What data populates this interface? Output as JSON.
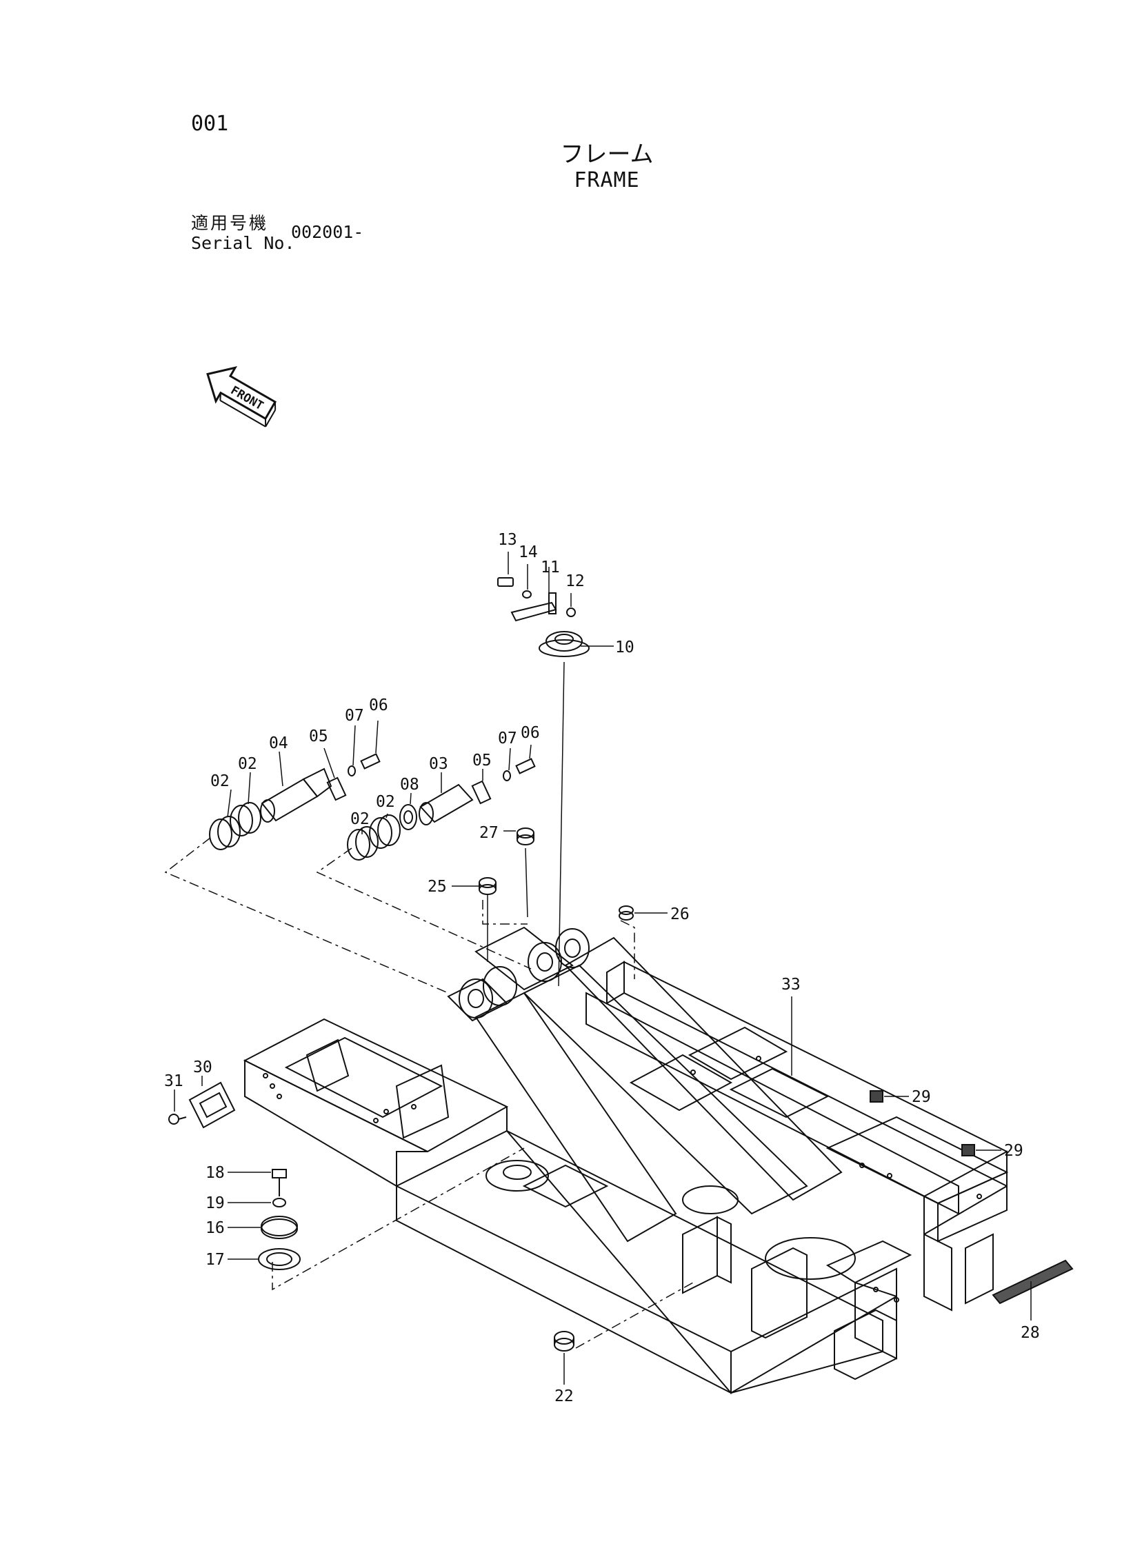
{
  "header": {
    "page_number": "001",
    "title_jp": "フレーム",
    "title_en": "FRAME",
    "serial_label_jp": "適用号機",
    "serial_label_en": "Serial No.",
    "serial_value": "002001-"
  },
  "front_arrow": {
    "label": "FRONT",
    "icon": "front-direction-arrow-icon"
  },
  "callouts": {
    "c13": "13",
    "c14": "14",
    "c11": "11",
    "c12": "12",
    "c10": "10",
    "c06a": "06",
    "c07a": "07",
    "c05a": "05",
    "c04": "04",
    "c02a": "02",
    "c02b": "02",
    "c02c": "02",
    "c02d": "02",
    "c08": "08",
    "c03": "03",
    "c05b": "05",
    "c07b": "07",
    "c06b": "06",
    "c27": "27",
    "c25": "25",
    "c26": "26",
    "c33": "33",
    "c30": "30",
    "c31": "31",
    "c29a": "29",
    "c29b": "29",
    "c18": "18",
    "c19": "19",
    "c16": "16",
    "c17": "17",
    "c28": "28",
    "c22": "22"
  }
}
